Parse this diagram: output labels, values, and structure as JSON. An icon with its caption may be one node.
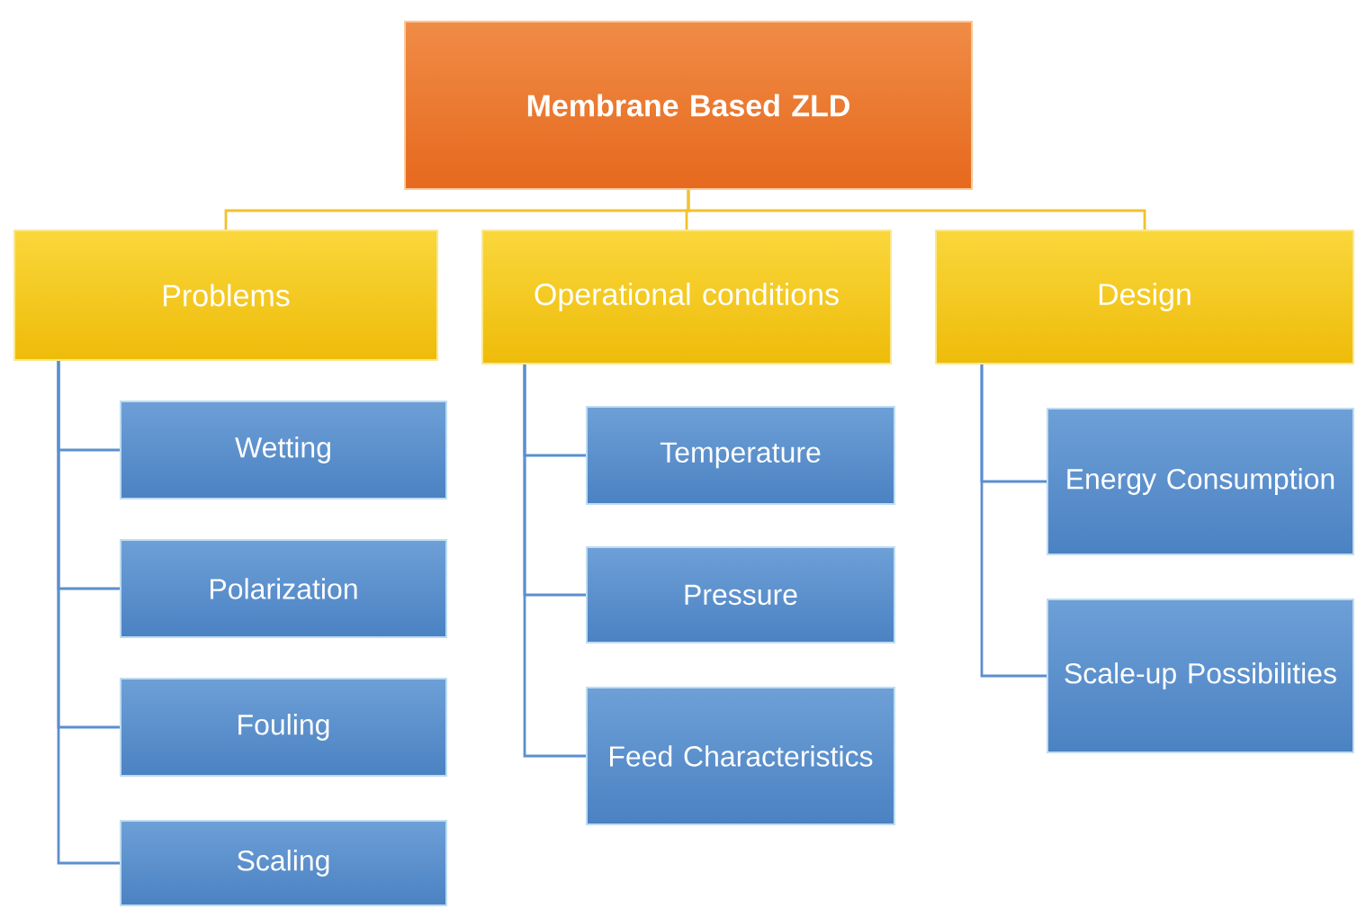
{
  "diagram": {
    "nodes": [
      {
        "text": [
          "Membrane Based ZLD"
        ]
      },
      {
        "text": [
          "Problems"
        ]
      },
      {
        "text": [
          "Operational conditions"
        ]
      },
      {
        "text": [
          "Design"
        ]
      },
      {
        "text": [
          "Wetting"
        ]
      },
      {
        "text": [
          "Polarization"
        ]
      },
      {
        "text": [
          "Fouling"
        ]
      },
      {
        "text": [
          "Scaling"
        ]
      },
      {
        "text": [
          "Temperature"
        ]
      },
      {
        "text": [
          "Pressure"
        ]
      },
      {
        "text": [
          "Feed Characteristics"
        ]
      },
      {
        "text": [
          "Energy Consumption"
        ]
      },
      {
        "text": [
          "Scale-up Possibilities"
        ]
      }
    ],
    "edges": [
      {
        "from": 0,
        "to": 1,
        "arrow": "none",
        "color": "#f2c12e"
      },
      {
        "from": 0,
        "to": 2,
        "arrow": "none",
        "color": "#f2c12e"
      },
      {
        "from": 0,
        "to": 3,
        "arrow": "none",
        "color": "#f2c12e"
      },
      {
        "from": 1,
        "to": 4,
        "arrow": "none"
      },
      {
        "from": 1,
        "to": 5,
        "arrow": "none"
      },
      {
        "from": 1,
        "to": 6,
        "arrow": "none"
      },
      {
        "from": 1,
        "to": 7,
        "arrow": "none"
      },
      {
        "from": 2,
        "to": 8,
        "arrow": "none"
      },
      {
        "from": 2,
        "to": 9,
        "arrow": "none"
      },
      {
        "from": 2,
        "to": 10,
        "arrow": "none"
      },
      {
        "from": 3,
        "to": 11,
        "arrow": "none"
      },
      {
        "from": 3,
        "to": 12,
        "arrow": "none"
      }
    ]
  }
}
